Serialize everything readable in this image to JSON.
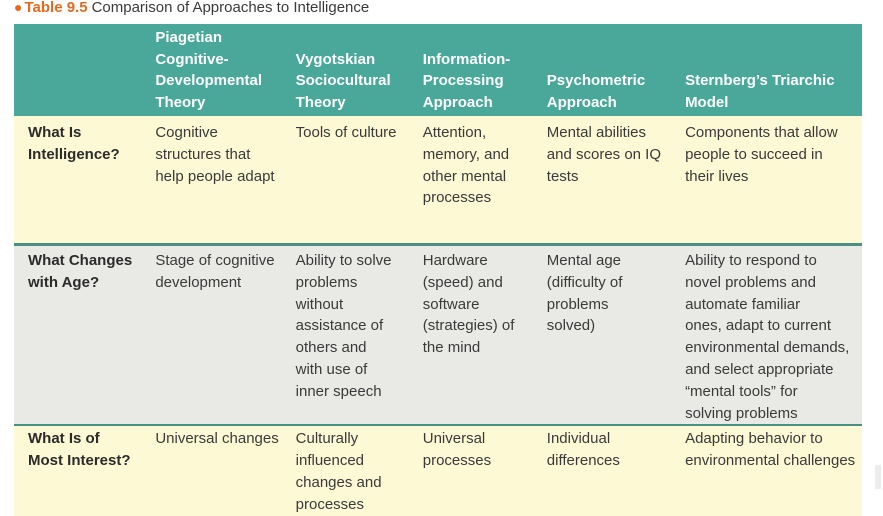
{
  "caption": {
    "bullet": "●",
    "table_number": "Table 9.5",
    "title": "Comparison of Approaches to Intelligence"
  },
  "columns": [
    {
      "lines": [
        ""
      ]
    },
    {
      "lines": [
        "Piagetian",
        "Cognitive-",
        "Developmental",
        "Theory"
      ]
    },
    {
      "lines": [
        "Vygotskian",
        "Sociocultural",
        "Theory"
      ]
    },
    {
      "lines": [
        "Information-",
        "Processing",
        "Approach"
      ]
    },
    {
      "lines": [
        "Psychometric",
        "Approach"
      ]
    },
    {
      "lines": [
        "Sternberg’s Triarchic",
        "Model"
      ]
    }
  ],
  "rows": [
    {
      "cells": [
        {
          "lines": [
            "What Is",
            "Intelligence?"
          ]
        },
        {
          "lines": [
            "Cognitive",
            "structures that",
            "help people adapt"
          ]
        },
        {
          "lines": [
            "Tools of culture"
          ]
        },
        {
          "lines": [
            "Attention,",
            "memory, and",
            "other mental",
            "processes"
          ]
        },
        {
          "lines": [
            "Mental abilities",
            "and scores on IQ",
            "tests"
          ]
        },
        {
          "lines": [
            "Components that allow",
            "people to succeed in",
            "their lives"
          ]
        }
      ]
    },
    {
      "cells": [
        {
          "lines": [
            "What Changes",
            "with Age?"
          ]
        },
        {
          "lines": [
            "Stage of cognitive",
            "development"
          ]
        },
        {
          "lines": [
            "Ability to solve",
            "problems",
            "without",
            "assistance of",
            "others and",
            "with use of",
            "inner speech"
          ]
        },
        {
          "lines": [
            "Hardware",
            "(speed) and",
            "software",
            "(strategies) of",
            "the mind"
          ]
        },
        {
          "lines": [
            "Mental age",
            "(difficulty of",
            "problems",
            "solved)"
          ]
        },
        {
          "lines": [
            "Ability to respond to",
            "novel problems and",
            "automate familiar",
            "ones, adapt to current",
            "environmental demands,",
            "and select appropriate",
            "“mental tools” for",
            "solving problems"
          ]
        }
      ]
    },
    {
      "cells": [
        {
          "lines": [
            "What Is of",
            "Most Interest?"
          ]
        },
        {
          "lines": [
            "Universal changes"
          ]
        },
        {
          "lines": [
            "Culturally",
            "influenced",
            "changes and",
            "processes"
          ]
        },
        {
          "lines": [
            "Universal",
            "processes"
          ]
        },
        {
          "lines": [
            "Individual",
            "differences"
          ]
        },
        {
          "lines": [
            "Adapting behavior to",
            "environmental challenges"
          ]
        }
      ]
    }
  ],
  "colors": {
    "header_bg": "#4aa89b",
    "row_yellow": "#fdf9d5",
    "row_gray": "#e9e9e6",
    "accent_orange": "#e46a1f"
  }
}
